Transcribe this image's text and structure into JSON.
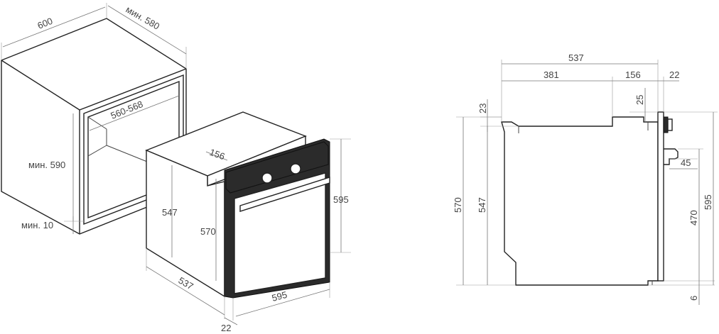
{
  "left_drawing": {
    "dimensions": {
      "niche_width": "600",
      "niche_depth_min": "мин. 580",
      "niche_inner_width": "560-568",
      "niche_height_min": "мин. 590",
      "niche_bottom_gap_min": "мин. 10",
      "oven_top_step": "156",
      "oven_body_height": "547",
      "oven_inner_height": "570",
      "oven_front_height": "595",
      "oven_depth": "537",
      "oven_front_width": "595",
      "oven_front_thickness": "22"
    }
  },
  "right_drawing": {
    "dimensions": {
      "total_depth": "537",
      "depth_rear": "381",
      "depth_front": "156",
      "front_thickness": "22",
      "top_offset_23": "23",
      "top_offset_25": "25",
      "body_height_570": "570",
      "body_height_547": "547",
      "handle_depth": "45",
      "handle_to_bottom": "470",
      "front_height": "595",
      "bottom_gap": "6"
    }
  }
}
